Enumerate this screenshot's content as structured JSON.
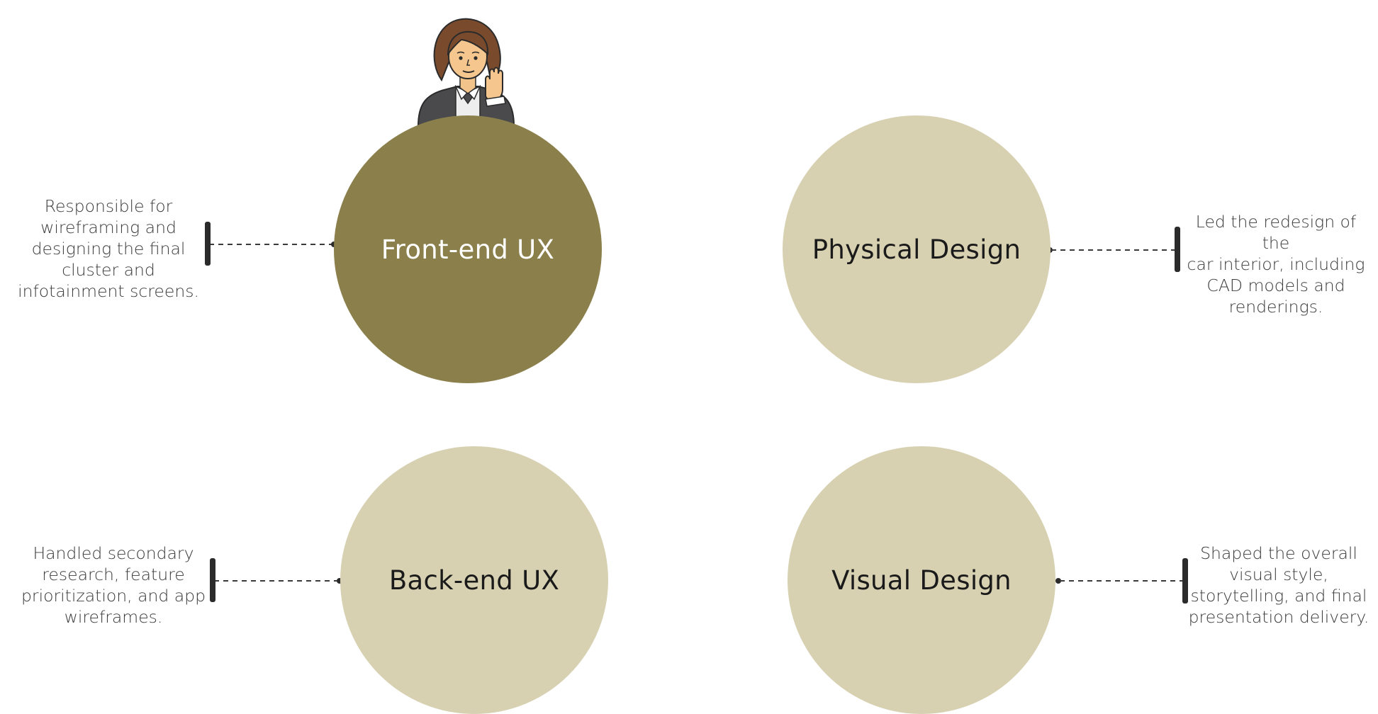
{
  "colors": {
    "active": "#8b804b",
    "inactive": "#d7d1b2",
    "active_text": "#ffffff",
    "inactive_text": "#1a1a1a",
    "connector": "#3a3a3a",
    "bar": "#2b2b2b"
  },
  "avatar": {
    "icon": "waving-person-icon"
  },
  "roles": [
    {
      "id": "frontend",
      "title": "Front-end UX",
      "description": "Responsible for\nwireframing and\ndesigning the final\ncluster and\ninfotainment screens.",
      "state": "active"
    },
    {
      "id": "physical",
      "title": "Physical Design",
      "description": "Led the redesign of the\ncar interior, including\nCAD models and\nrenderings.",
      "state": "inactive"
    },
    {
      "id": "backend",
      "title": "Back-end UX",
      "description": "Handled secondary\nresearch, feature\nprioritization, and app\nwireframes.",
      "state": "inactive"
    },
    {
      "id": "visual",
      "title": "Visual Design",
      "description": "Shaped the overall\nvisual style,\nstorytelling, and final\npresentation delivery.",
      "state": "inactive"
    }
  ]
}
